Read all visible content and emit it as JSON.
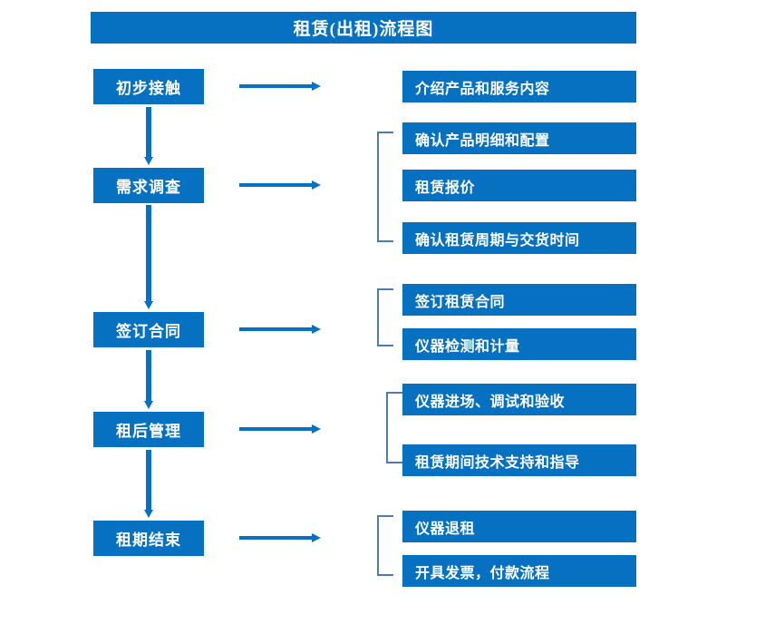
{
  "title": "租赁(出租)流程图",
  "colors": {
    "box_blue": "#0571C0",
    "arrow_blue": "#0571C0",
    "bracket_blue": "#4F7CAC",
    "text_white": "#FFFFFF",
    "background": "#FFFFFF"
  },
  "stages": [
    {
      "label": "初步接触"
    },
    {
      "label": "需求调查"
    },
    {
      "label": "签订合同"
    },
    {
      "label": "租后管理"
    },
    {
      "label": "租期结束"
    }
  ],
  "details": [
    {
      "label": "介绍产品和服务内容"
    },
    {
      "label": "确认产品明细和配置"
    },
    {
      "label": "租赁报价"
    },
    {
      "label": "确认租赁周期与交货时间"
    },
    {
      "label": "签订租赁合同"
    },
    {
      "label": "仪器检测和计量"
    },
    {
      "label": "仪器进场、调试和验收"
    },
    {
      "label": "租赁期间技术支持和指导"
    },
    {
      "label": "仪器退租"
    },
    {
      "label": "开具发票，付款流程"
    }
  ],
  "groups": [
    {
      "stage": "需求调查",
      "detail_labels": [
        "确认产品明细和配置",
        "租赁报价",
        "确认租赁周期与交货时间"
      ]
    },
    {
      "stage": "签订合同",
      "detail_labels": [
        "签订租赁合同",
        "仪器检测和计量"
      ]
    },
    {
      "stage": "租后管理",
      "detail_labels": [
        "仪器进场、调试和验收",
        "租赁期间技术支持和指导"
      ]
    },
    {
      "stage": "租期结束",
      "detail_labels": [
        "仪器退租",
        "开具发票，付款流程"
      ]
    }
  ],
  "connectors": {
    "vertical_arrow_name": "down-arrow-icon",
    "horizontal_arrow_name": "right-arrow-icon",
    "bracket_name": "group-bracket-icon"
  }
}
